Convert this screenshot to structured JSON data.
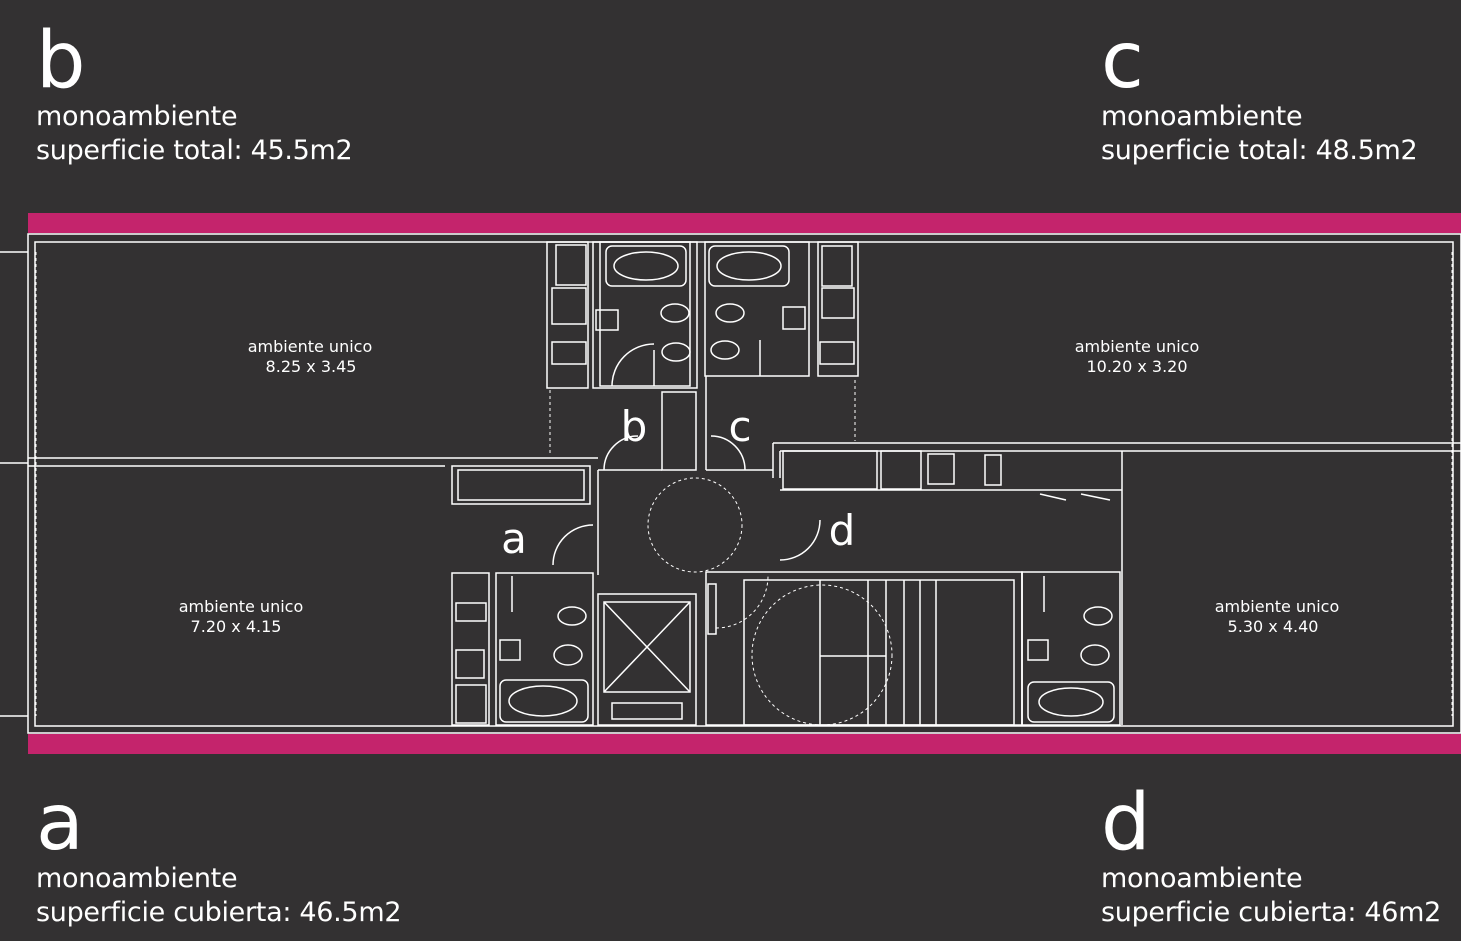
{
  "units": {
    "b": {
      "letter": "b",
      "type": "monoambiente",
      "area": "superficie total: 45.5m2"
    },
    "c": {
      "letter": "c",
      "type": "monoambiente",
      "area": "superficie total: 48.5m2"
    },
    "a": {
      "letter": "a",
      "type": "monoambiente",
      "area": "superficie cubierta: 46.5m2"
    },
    "d": {
      "letter": "d",
      "type": "monoambiente",
      "area": "superficie cubierta: 46m2"
    }
  },
  "rooms": {
    "b": {
      "name": "ambiente unico",
      "dims": "8.25 x 3.45"
    },
    "c": {
      "name": "ambiente unico",
      "dims": "10.20 x 3.20"
    },
    "a": {
      "name": "ambiente unico",
      "dims": "7.20 x 4.15"
    },
    "d": {
      "name": "ambiente unico",
      "dims": "5.30 x 4.40"
    }
  },
  "plan_marks": {
    "b": "b",
    "c": "c",
    "a": "a",
    "d": "d"
  },
  "colors": {
    "background": "#333132",
    "accent": "#c4246c",
    "line": "#ffffff"
  }
}
